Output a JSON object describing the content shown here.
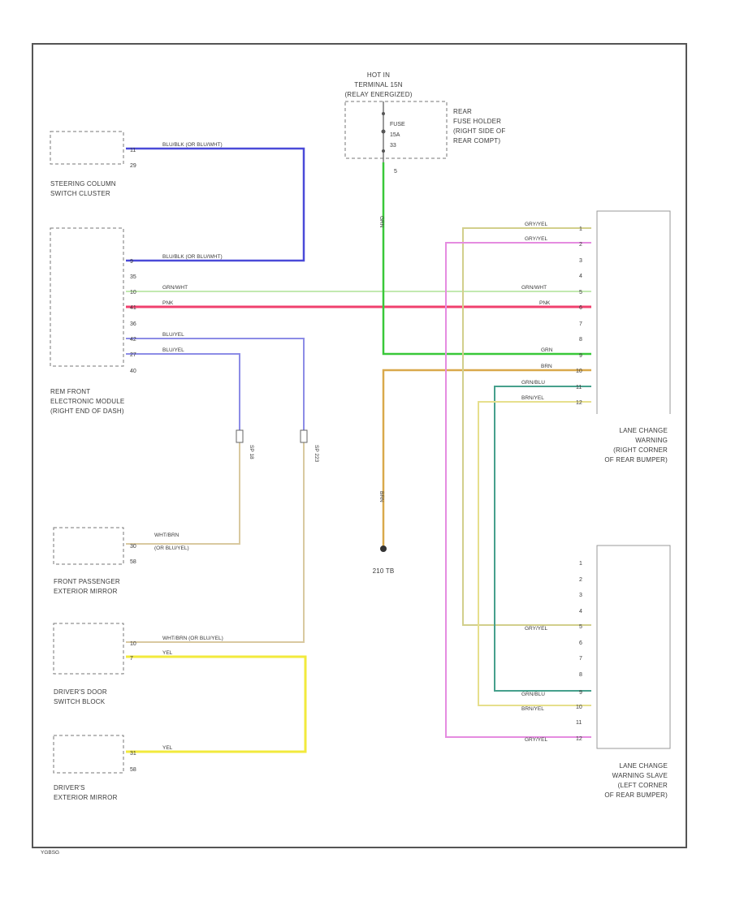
{
  "diagram": {
    "footer_code": "YGBSG",
    "power": {
      "hot_lines": [
        "HOT IN",
        "TERMINAL 15N",
        "(RELAY ENERGIZED)"
      ],
      "fuse_label": "FUSE",
      "fuse_rating": "15A",
      "fuse_number": "33",
      "terminal": "5",
      "wire": "GRN",
      "holder_lines": [
        "REAR",
        "FUSE HOLDER",
        "(RIGHT SIDE OF",
        "REAR COMPT)"
      ]
    },
    "ground": {
      "label": "210 TB",
      "wire": "BRN"
    },
    "splices": [
      {
        "label": "SP 18",
        "wire": "WHT/BRN"
      },
      {
        "label": "SP 223",
        "wire": "WHT/BRN"
      }
    ],
    "components": {
      "steering": {
        "lines": [
          "STEERING COLUMN",
          "SWITCH CLUSTER"
        ],
        "pins": [
          "11",
          "29"
        ],
        "wires": [
          "BLU/BLK (OR BLU/WHT)"
        ]
      },
      "rem": {
        "lines": [
          "REM FRONT",
          "ELECTRONIC MODULE",
          "(RIGHT END OF DASH)"
        ],
        "pins": [
          "9",
          "35",
          "10",
          "41",
          "36",
          "42",
          "27",
          "40"
        ],
        "wires": [
          "BLU/BLK (OR BLU/WHT)",
          "GRN/WHT",
          "PNK",
          "BLU/YEL",
          "BLU/YEL"
        ]
      },
      "front_pass": {
        "lines": [
          "FRONT PASSENGER",
          "EXTERIOR MIRROR"
        ],
        "pins": [
          "30",
          "58"
        ],
        "wires": [
          "WHT/BRN",
          "(OR BLU/YEL)"
        ]
      },
      "drv_switch": {
        "lines": [
          "DRIVER'S DOOR",
          "SWITCH BLOCK"
        ],
        "pins": [
          "10",
          "7"
        ],
        "wires": [
          "WHT/BRN (OR BLU/YEL)",
          "YEL"
        ]
      },
      "drv_mirror": {
        "lines": [
          "DRIVER'S",
          "EXTERIOR MIRROR"
        ],
        "pins": [
          "31",
          "58"
        ],
        "wires": [
          "YEL"
        ]
      },
      "lcw_master": {
        "lines": [
          "LANE CHANGE",
          "WARNING",
          "(RIGHT CORNER",
          "OF REAR BUMPER)"
        ],
        "pins": [
          "1",
          "2",
          "3",
          "4",
          "5",
          "6",
          "7",
          "8",
          "9",
          "10",
          "11",
          "12"
        ],
        "wires": [
          "GRY/YEL",
          "GRY/YEL",
          "GRN/WHT",
          "PNK",
          "GRN",
          "BRN",
          "GRN/BLU",
          "BRN/YEL"
        ]
      },
      "lcw_slave": {
        "lines": [
          "LANE CHANGE",
          "WARNING SLAVE",
          "(LEFT CORNER",
          "OF REAR BUMPER)"
        ],
        "pins": [
          "1",
          "2",
          "3",
          "4",
          "5",
          "6",
          "7",
          "8",
          "9",
          "10",
          "11",
          "12"
        ],
        "wires": [
          "GRY/YEL",
          "GRN/BLU",
          "BRN/YEL",
          "GRY/YEL"
        ]
      }
    },
    "wire_colors": {
      "blue": "#4a4ad8",
      "green": "#39c839",
      "light_green": "#b9e6a4",
      "pink": "#f0406e",
      "light_blue": "#8c8ce6",
      "tan": "#d9c9a0",
      "yellow": "#f2ea3c",
      "orange_brown": "#d9a94c",
      "olive": "#d2cf8c",
      "magenta": "#e58ce0",
      "teal": "#46a08c",
      "light_yellow": "#e6df8c"
    }
  }
}
